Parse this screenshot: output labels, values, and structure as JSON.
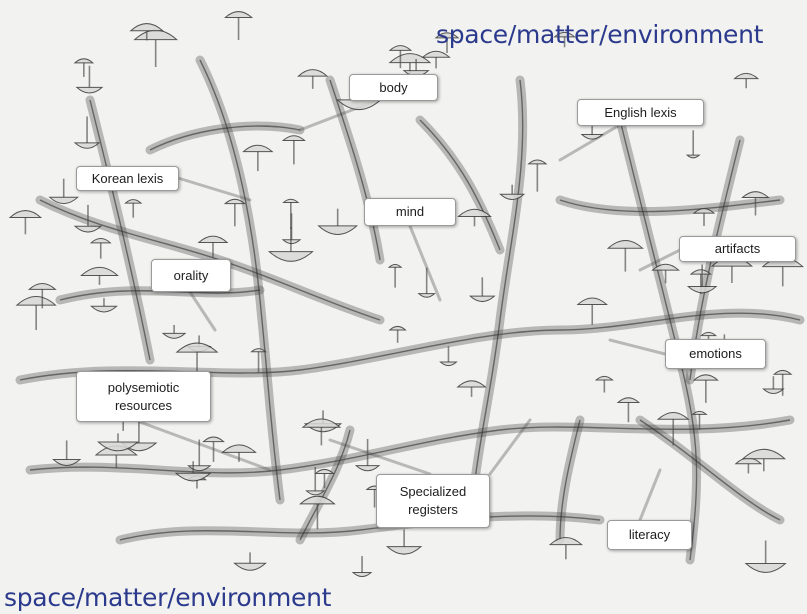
{
  "environment_labels": {
    "top": "space/matter/environment",
    "bottom": "space/matter/environment"
  },
  "labels": {
    "body": "body",
    "english_lexis": "English lexis",
    "korean_lexis": "Korean lexis",
    "mind": "mind",
    "artifacts": "artifacts",
    "orality": "orality",
    "emotions": "emotions",
    "polysemiotic_resources": "polysemiotic\nresources",
    "specialized_registers": "Specialized\nregisters",
    "literacy": "literacy"
  },
  "colors": {
    "background": "#f2f2f0",
    "title_text": "#2b3a8c",
    "label_fill": "#ffffff",
    "label_border": "#9a9a9a",
    "ink": "#4a4a4a",
    "leader_line": "#b8b8b8"
  },
  "illustration": "pencil-drawn-mycelium-network-with-mushrooms"
}
